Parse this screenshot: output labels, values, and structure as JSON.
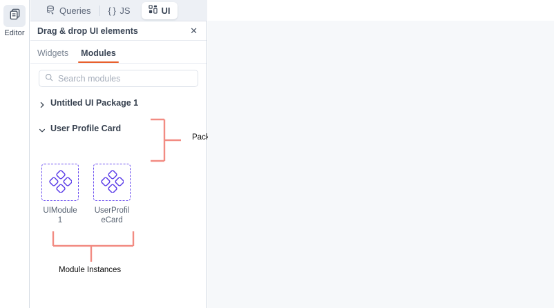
{
  "left_rail": {
    "icon": "documents-stack-icon",
    "label": "Editor"
  },
  "tabstrip": {
    "tabs": [
      {
        "id": "queries",
        "label": "Queries",
        "icon": "database-query-icon",
        "active": false
      },
      {
        "id": "js",
        "label": "JS",
        "glyph": "{ }",
        "icon": "braces-icon",
        "active": false
      },
      {
        "id": "ui",
        "label": "UI",
        "icon": "grid-squares-icon",
        "active": true
      }
    ]
  },
  "panel": {
    "title": "Drag & drop UI elements",
    "close_icon": "close-icon",
    "close_glyph": "✕",
    "subtabs": [
      {
        "id": "widgets",
        "label": "Widgets",
        "active": false
      },
      {
        "id": "modules",
        "label": "Modules",
        "active": true
      }
    ],
    "search": {
      "placeholder": "Search modules",
      "value": "",
      "icon": "search-icon"
    },
    "tree": [
      {
        "id": "untitled-ui-package-1",
        "label": "Untitled UI Package 1",
        "expanded": false,
        "chevron": "chevron-right-icon"
      },
      {
        "id": "user-profile-card",
        "label": "User Profile Card",
        "expanded": true,
        "chevron": "chevron-down-icon"
      }
    ],
    "modules": [
      {
        "id": "uimodule1",
        "label": "UIModule 1",
        "icon": "four-diamonds-module-icon"
      },
      {
        "id": "userprofilecard",
        "label": "UserProfileCard",
        "icon": "four-diamonds-module-icon"
      }
    ]
  },
  "annotations": [
    {
      "id": "package",
      "label": "Package",
      "color": "#f28b82"
    },
    {
      "id": "module-instances",
      "label": "Module Instances",
      "color": "#f28b82"
    }
  ],
  "colors": {
    "accent_orange": "#e8602c",
    "module_purple": "#6a4df0",
    "annotation_red": "#f28b82",
    "canvas_bg": "#f6f8fa",
    "tabstrip_bg": "#edf0f5"
  }
}
